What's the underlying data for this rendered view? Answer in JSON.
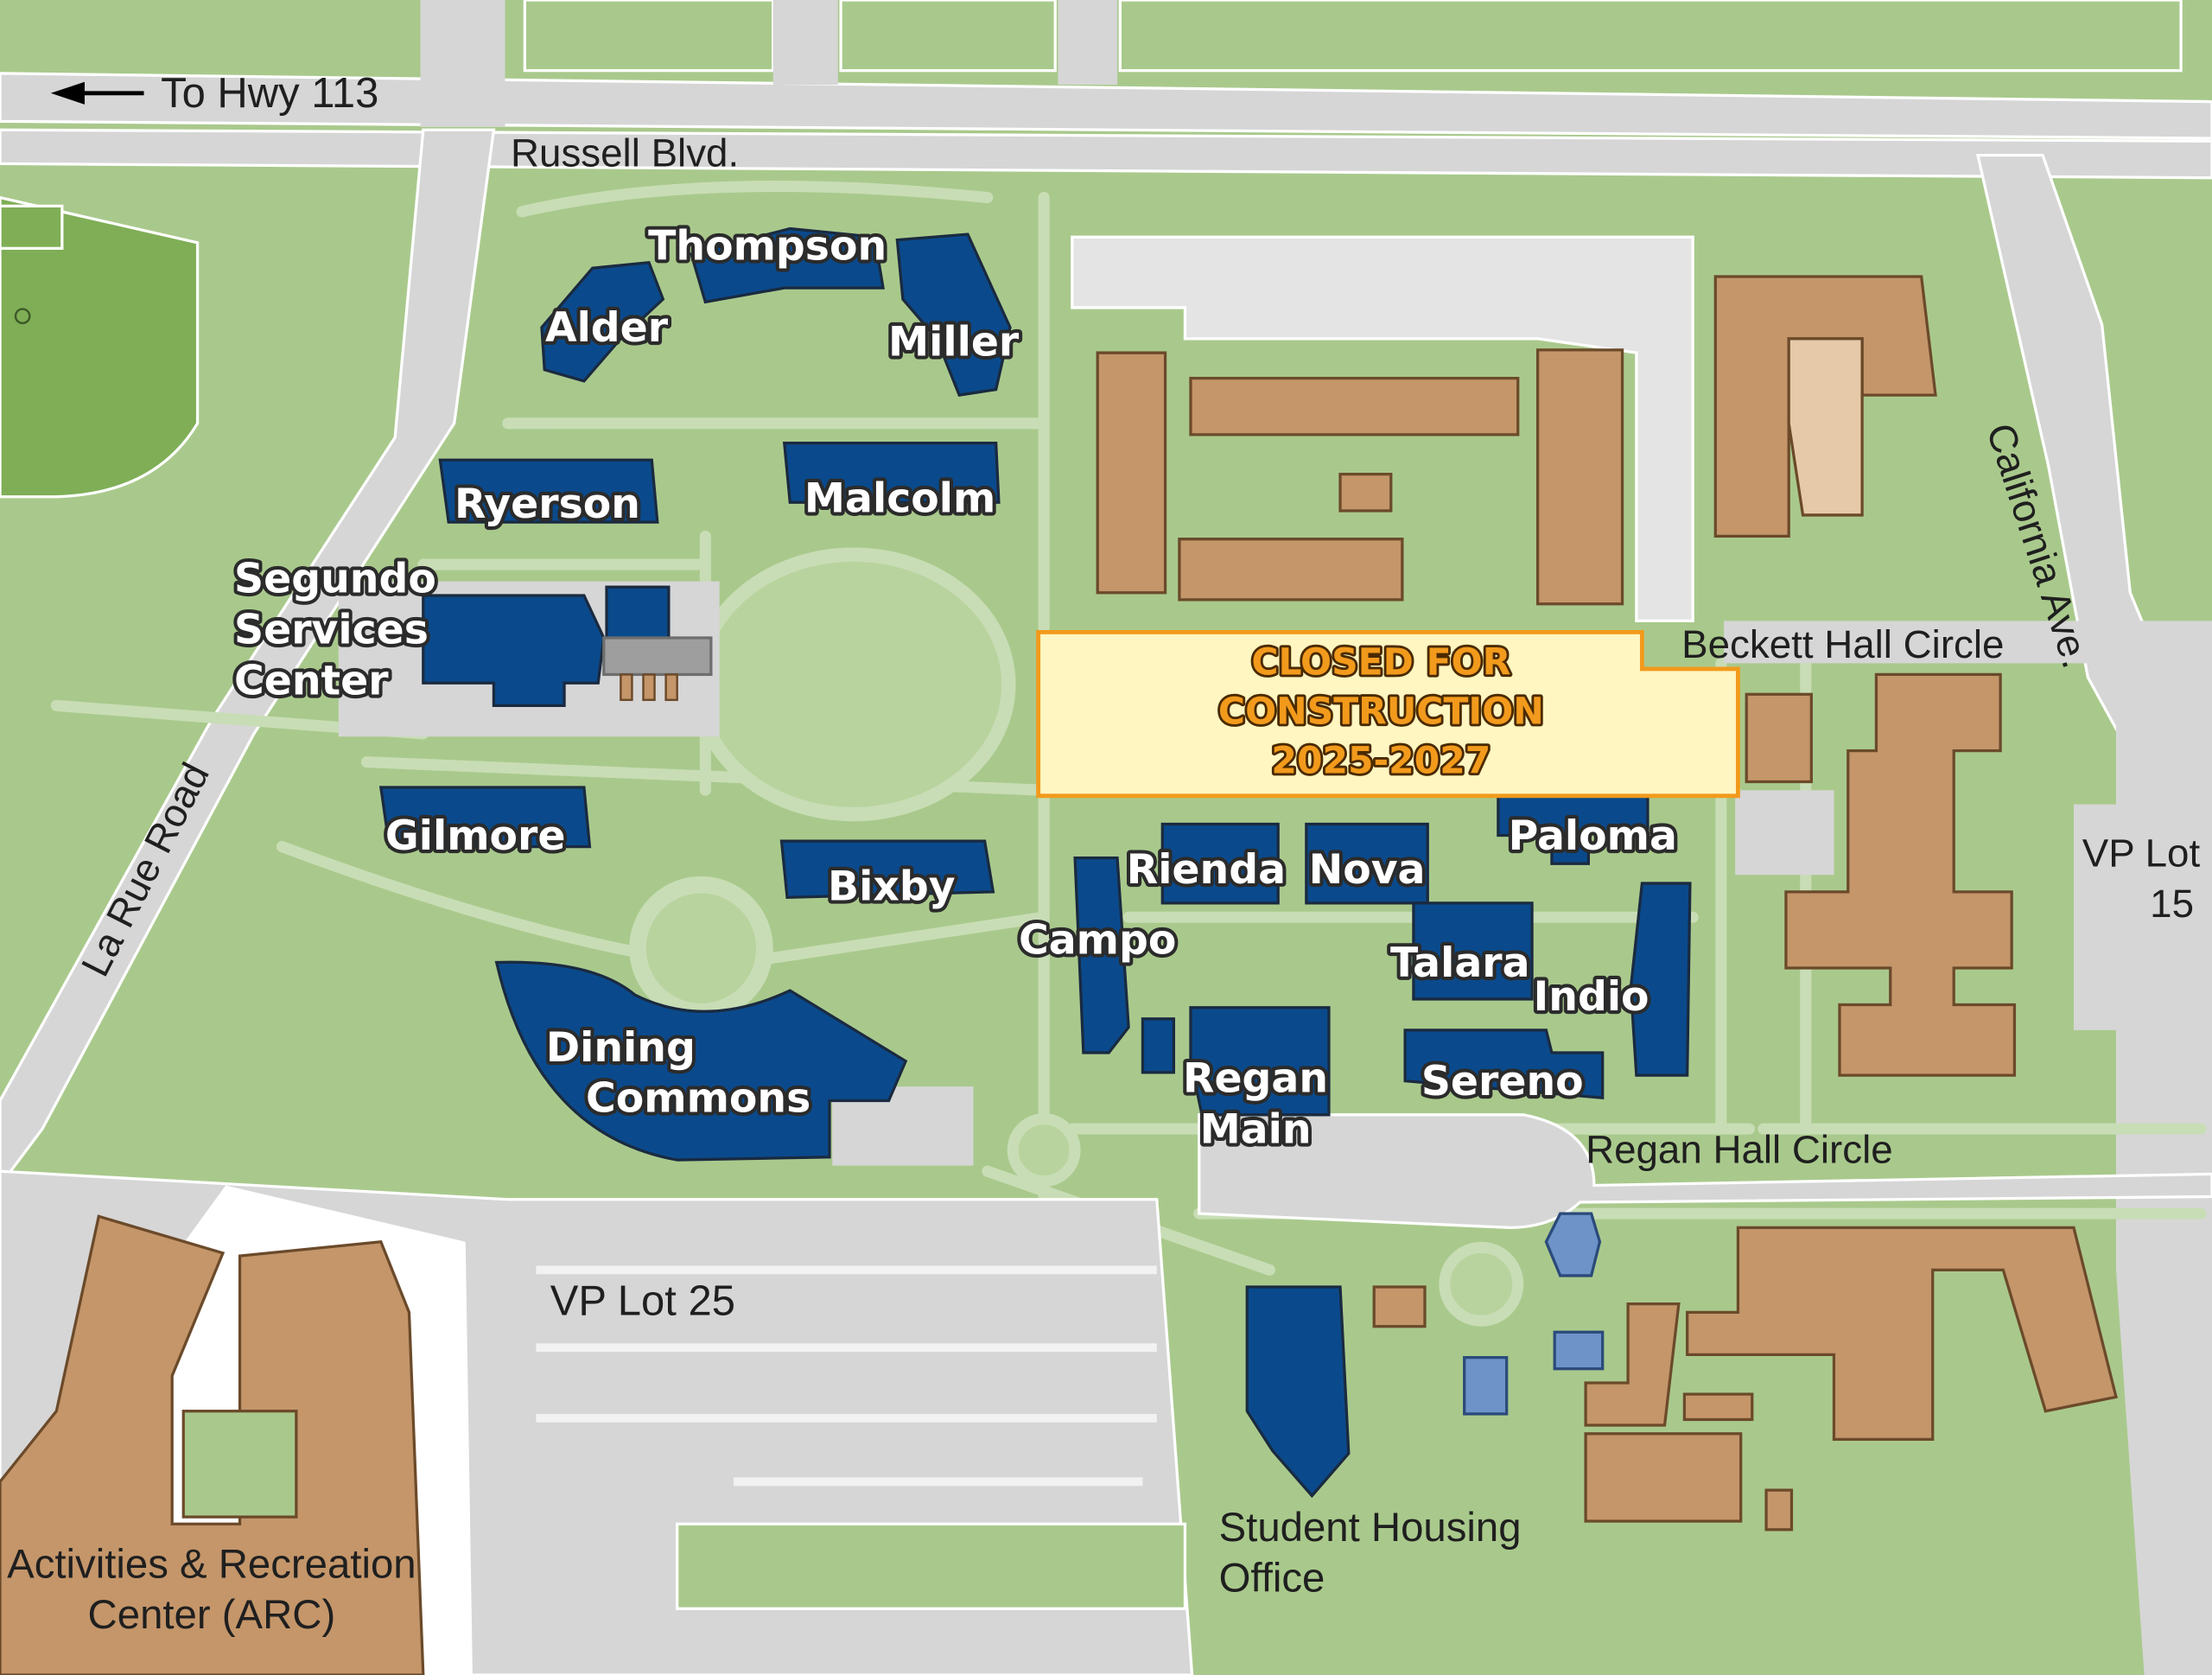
{
  "map": {
    "colors": {
      "grass": "#a9c98c",
      "light_grass": "#b9d39e",
      "path": "#c8ddb5",
      "road": "#d6d6d6",
      "road_edge": "#ffffff",
      "housing_building": "#0a4a8c",
      "other_building": "#c4966a",
      "light_building": "#e6c9a8",
      "small_housing": "#6d93c9",
      "sports_field": "#7fae56",
      "construction_fill": "#fff6c2",
      "construction_border": "#f29a1c"
    },
    "streets": {
      "hwy": "To Hwy 113",
      "russell": "Russell Blvd.",
      "california": "California Ave.",
      "larue": "La Rue Road",
      "beckett": "Beckett Hall Circle",
      "regan_circle": "Regan Hall Circle"
    },
    "parking": {
      "lot25": "VP Lot 25",
      "lot15_line1": "VP Lot",
      "lot15_line2": "15"
    },
    "buildings": {
      "thompson": "Thompson",
      "alder": "Alder",
      "miller": "Miller",
      "ryerson": "Ryerson",
      "malcolm": "Malcolm",
      "segundo_1": "Segundo",
      "segundo_2": "Services",
      "segundo_3": "Center",
      "gilmore": "Gilmore",
      "bixby": "Bixby",
      "dining_1": "Dining",
      "dining_2": "Commons",
      "rienda": "Rienda",
      "nova": "Nova",
      "paloma": "Paloma",
      "campo": "Campo",
      "talara": "Talara",
      "indio": "Indio",
      "regan_1": "Regan",
      "regan_2": "Main",
      "sereno": "Sereno",
      "sho_1": "Student Housing",
      "sho_2": "Office",
      "arc_1": "Activities & Recreation",
      "arc_2": "Center (ARC)"
    },
    "construction": {
      "line1": "CLOSED FOR",
      "line2": "CONSTRUCTION",
      "line3": "2025-2027"
    },
    "icons": [
      "arrow-left-icon"
    ]
  }
}
